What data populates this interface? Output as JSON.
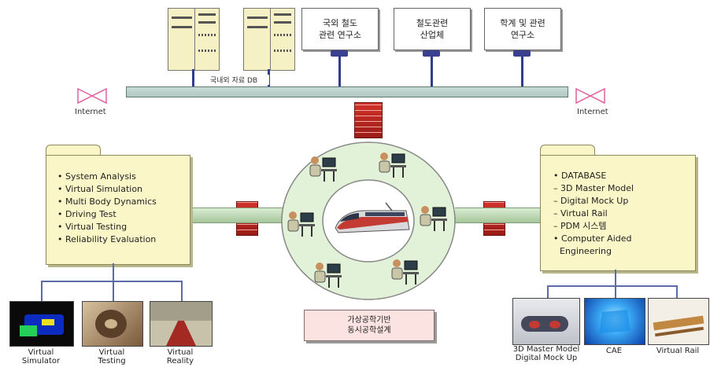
{
  "top": {
    "server_caption": "국내외 자료 DB",
    "orgs": [
      {
        "label": "국외 철도\n관련 연구소"
      },
      {
        "label": "철도관련\n산업체"
      },
      {
        "label": "학계 및 관련\n연구소"
      }
    ],
    "internet_left": "Internet",
    "internet_right": "Internet"
  },
  "left_folder": {
    "items": [
      "System Analysis",
      "Virtual Simulation",
      "Multi Body Dynamics",
      "Driving Test",
      "Virtual Testing",
      "Reliability Evaluation"
    ]
  },
  "right_folder": {
    "items": [
      "DATABASE",
      "3D Master Model",
      "Digital Mock Up",
      "Virtual Rail",
      "PDM 시스템",
      "Computer Aided",
      "Engineering"
    ],
    "markers": [
      "•",
      "–",
      "–",
      "–",
      "–",
      "•",
      ""
    ]
  },
  "left_thumbs": [
    {
      "caption": "Virtual\nSimulator",
      "colors": [
        "#0c2cc0",
        "#24d05a"
      ]
    },
    {
      "caption": "Virtual\nTesting",
      "colors": [
        "#7a5a3a",
        "#d8c2a0"
      ]
    },
    {
      "caption": "Virtual\nReality",
      "colors": [
        "#c9c2ab",
        "#a22a22"
      ]
    }
  ],
  "right_thumbs": [
    {
      "caption": "3D Master Model\nDigital Mock Up",
      "colors": [
        "#cdd0d6",
        "#45475a"
      ]
    },
    {
      "caption": "CAE",
      "colors": [
        "#1a8fe8",
        "#b8eaff"
      ]
    },
    {
      "caption": "Virtual Rail",
      "colors": [
        "#f3efe6",
        "#c08840"
      ]
    }
  ],
  "center": {
    "label": "가상공학기반\n동시공학설계"
  },
  "colors": {
    "bus": "#c0d4cf",
    "ring": "#e2f2d8",
    "firewall": "#c0302a",
    "folder": "#fbf6c7",
    "link": "#2f3c8f"
  }
}
